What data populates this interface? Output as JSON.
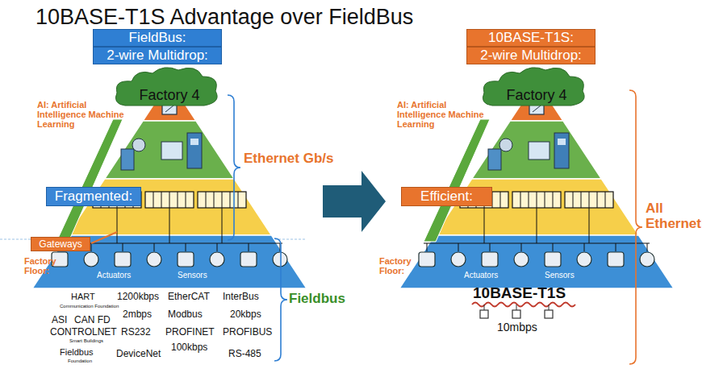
{
  "diagram": {
    "title": "10BASE-T1S Advantage over FieldBus",
    "nodes": [
      {
        "text": [
          "FieldBus:"
        ]
      },
      {
        "text": [
          "2-wire Multidrop:"
        ]
      },
      {
        "text": [
          "10BASE-T1S:"
        ]
      },
      {
        "text": [
          "2-wire Multidrop:"
        ]
      },
      {
        "text": [
          "Factory 4"
        ]
      },
      {
        "text": [
          "Fragmented:"
        ]
      },
      {
        "text": [
          "Gateways"
        ]
      },
      {
        "text": [
          "Factory 4"
        ]
      },
      {
        "text": [
          "Efficient:"
        ]
      }
    ],
    "labels": [
      "AI: Artificial Intelligence Machine Learning",
      "Ethernet Gb/s",
      "Factory Floor:",
      "Actuators",
      "Sensors",
      "HART",
      "Communication Foundation",
      "ASI",
      "CAN FD",
      "CONTROLNET",
      "Smart Buildings",
      "Fieldbus",
      "Foundation",
      "1200kbps",
      "2mbps",
      "RS232",
      "DeviceNet",
      "EtherCAT",
      "Modbus",
      "PROFINET",
      "100kbps",
      "InterBus",
      "20kbps",
      "PROFIBUS",
      "RS-485",
      "Fieldbus",
      "AI: Artificial Intelligence Machine Learning",
      "Factory Floor:",
      "Actuators",
      "Sensors",
      "10BASE-T1S",
      "10mbps",
      "All Ethernet"
    ]
  }
}
